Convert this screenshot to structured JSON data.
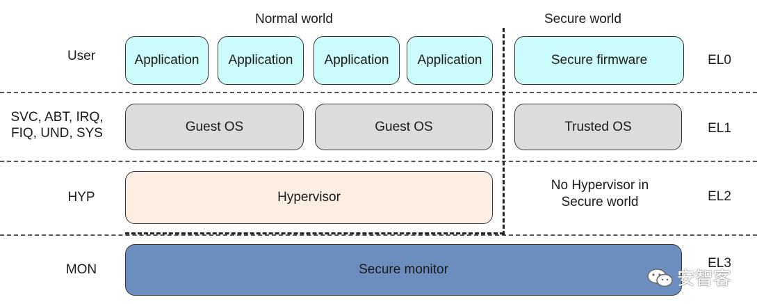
{
  "headers": {
    "normal_world": "Normal world",
    "secure_world": "Secure world"
  },
  "row_labels": {
    "user": "User",
    "svc_line1": "SVC, ABT, IRQ,",
    "svc_line2": "FIQ, UND, SYS",
    "hyp": "HYP",
    "mon": "MON"
  },
  "exception_levels": {
    "el0": "EL0",
    "el1": "EL1",
    "el2": "EL2",
    "el3": "EL3"
  },
  "boxes": {
    "applications": [
      "Application",
      "Application",
      "Application",
      "Application"
    ],
    "secure_firmware": "Secure firmware",
    "guest_os": [
      "Guest OS",
      "Guest OS"
    ],
    "trusted_os": "Trusted OS",
    "hypervisor": "Hypervisor",
    "no_hypervisor_line1": "No Hypervisor in",
    "no_hypervisor_line2": "Secure world",
    "secure_monitor": "Secure monitor"
  },
  "watermark": {
    "text": "安智客",
    "icon": "wechat-icon"
  },
  "colors": {
    "application_fill": "#ccfbfb",
    "guest_os_fill": "#dcdcdc",
    "hypervisor_fill": "#fdeee4",
    "secure_monitor_fill": "#6c8ebf",
    "border": "#333333"
  }
}
